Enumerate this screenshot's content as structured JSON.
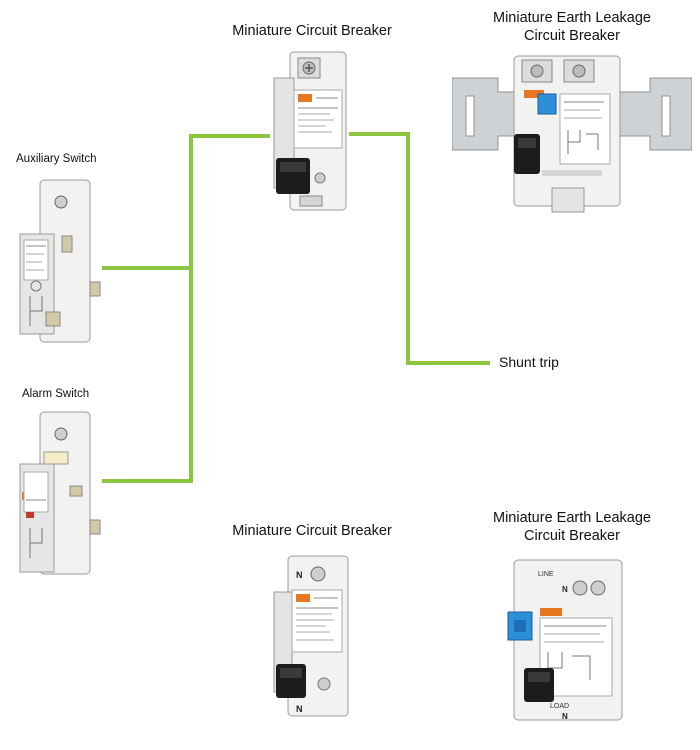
{
  "labels": {
    "mcb_top": "Miniature Circuit Breaker",
    "melcb_top_line1": "Miniature Earth Leakage",
    "melcb_top_line2": "Circuit Breaker",
    "aux_switch": "Auxiliary Switch",
    "alarm_switch": "Alarm Switch",
    "shunt_trip": "Shunt trip",
    "mcb_bottom": "Miniature Circuit Breaker",
    "melcb_bottom_line1": "Miniature Earth Leakage",
    "melcb_bottom_line2": "Circuit Breaker"
  },
  "device_text": {
    "terminal_n": "N",
    "terminal_line": "LINE",
    "terminal_load": "LOAD"
  },
  "colors": {
    "connector": "#8cc63f",
    "device_body": "#f2f2f0",
    "handle": "#1c1c1c",
    "brand_badge": "#e87722",
    "test_button": "#2e8fd9",
    "din_rail": "#cfd2d4"
  }
}
